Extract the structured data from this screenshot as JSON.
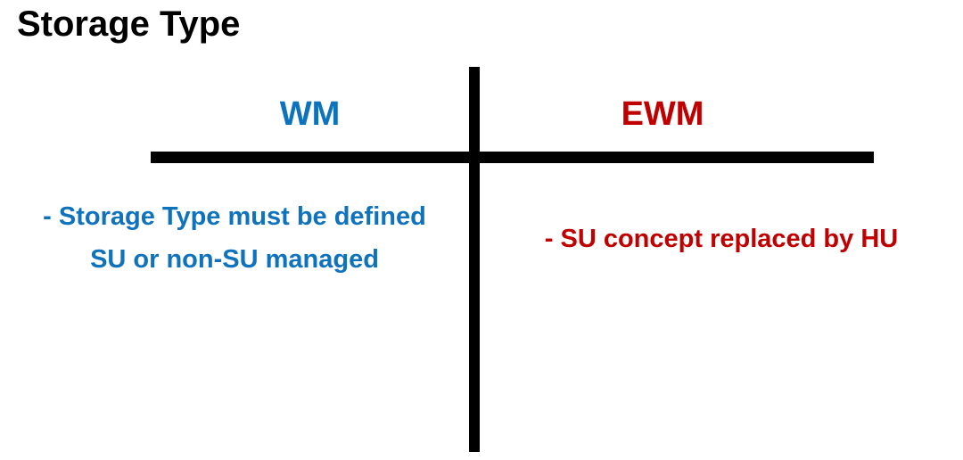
{
  "slide": {
    "title": "Storage Type"
  },
  "colors": {
    "wm": "#0E72BD",
    "ewm": "#C00000",
    "divider": "#000000",
    "title": "#000000",
    "background": "#FFFFFF"
  },
  "comparison": {
    "wm": {
      "header": "WM",
      "notes": [
        "- Storage Type must be defined",
        "SU or non-SU managed"
      ]
    },
    "ewm": {
      "header": "EWM",
      "notes": [
        "- SU concept replaced by HU"
      ]
    }
  }
}
